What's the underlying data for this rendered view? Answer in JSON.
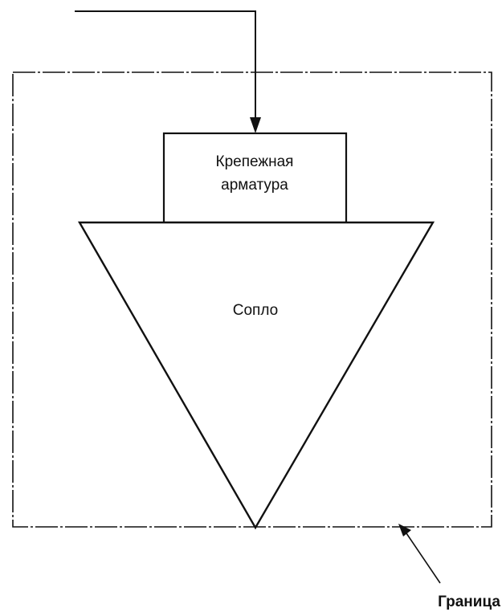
{
  "diagram": {
    "fastener": {
      "line1": "Крепежная",
      "line2": "арматура"
    },
    "nozzle": {
      "label": "Сопло"
    },
    "boundary": {
      "label": "Граница"
    }
  },
  "colors": {
    "stroke": "#111111",
    "background": "#ffffff"
  }
}
